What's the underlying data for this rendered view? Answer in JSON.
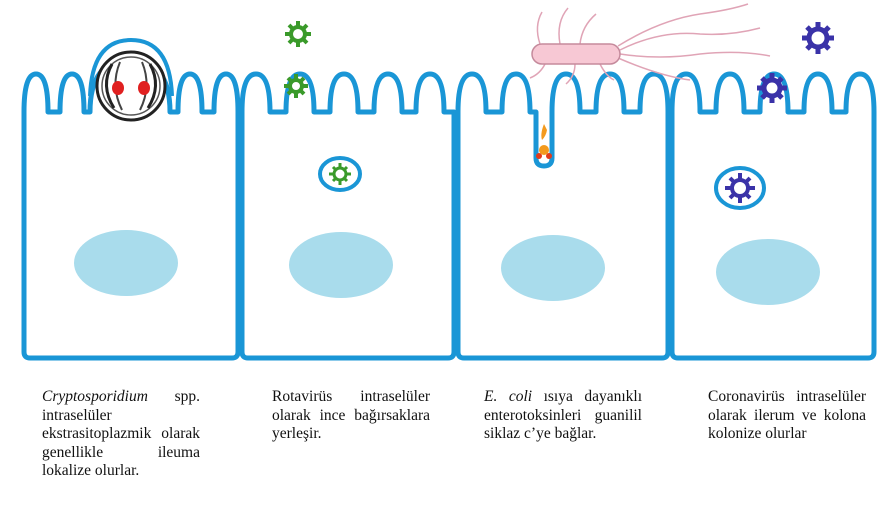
{
  "colors": {
    "membrane": "#1a96d6",
    "nucleus": "#a9dcec",
    "cell_fill": "#ffffff",
    "rotavirus": "#3a9a2a",
    "coronavirus": "#3a32a8",
    "ecoli_body": "#f7c8d4",
    "ecoli_flagella": "#e0a4b6",
    "toxin": "#f39a1e",
    "parasite_red": "#e02020"
  },
  "cells": [
    {
      "organism": "Cryptosporidium",
      "caption": {
        "italic": "Cryptosporidium",
        "text": " spp. intraselüler ekstrasitoplazmik olarak genellikle ileuma lokalize olurlar."
      }
    },
    {
      "organism": "Rotavirus",
      "caption": {
        "italic": "",
        "text": "Rotavirüs intraselüler olarak ince bağırsaklara yerleşir."
      }
    },
    {
      "organism": "E. coli",
      "caption": {
        "italic": "E. coli",
        "text": " ısıya dayanıklı enterotoksinleri guanilil siklaz c’ye bağlar."
      }
    },
    {
      "organism": "Coronavirus",
      "caption": {
        "italic": "",
        "text": "Coronavirüs intraselüler olarak ilerum ve kolona kolonize olurlar"
      }
    }
  ]
}
